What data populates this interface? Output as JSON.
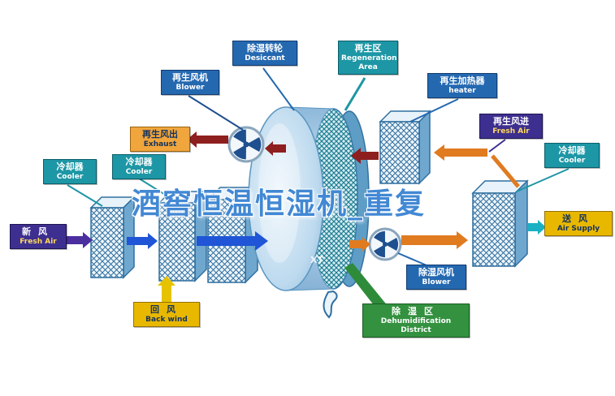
{
  "watermark": {
    "text": "酒窖恒温恒湿机_重复",
    "small": "XT"
  },
  "labels": {
    "regen_blower": {
      "zh": "再生风机",
      "en": "Blower"
    },
    "desiccant": {
      "zh": "除湿转轮",
      "en": "Desiccant"
    },
    "regeneration_area": {
      "zh": "再生区",
      "en": "Regeneration Area"
    },
    "regen_heater": {
      "zh": "再生加热器",
      "en": "heater"
    },
    "exhaust": {
      "zh": "再生风出",
      "en": "Exhaust"
    },
    "cooler_left": {
      "zh": "冷却器",
      "en": "Cooler"
    },
    "cooler_far_left": {
      "zh": "冷却器",
      "en": "Cooler"
    },
    "regen_fresh_air": {
      "zh": "再生风进",
      "en": "Fresh Air"
    },
    "cooler_right": {
      "zh": "冷却器",
      "en": "Cooler"
    },
    "fresh_air": {
      "zh": "新风",
      "en": "Fresh Air"
    },
    "air_supply": {
      "zh": "送风",
      "en": "Air Supply"
    },
    "back_wind": {
      "zh": "回风",
      "en": "Back wind"
    },
    "dehumid_blower": {
      "zh": "除湿风机",
      "en": "Blower"
    },
    "dehumid_district": {
      "zh": "除湿区",
      "en": "Dehumidification District"
    }
  },
  "colors": {
    "label_blue": "#2468b0",
    "label_teal": "#1d96a5",
    "label_orange": "#f0a63c",
    "label_purple": "#3d2f8f",
    "label_yellow": "#e8b800",
    "label_green": "#33913f",
    "arrow_regen_hot": "#8e1f1f",
    "arrow_regen_in": "#e07b20",
    "arrow_process": "#1f55d6",
    "arrow_fresh_in": "#4b2f9f",
    "arrow_return": "#e6c300",
    "arrow_supply": "#19b0c4",
    "watermark_blue": "#4288d4"
  }
}
